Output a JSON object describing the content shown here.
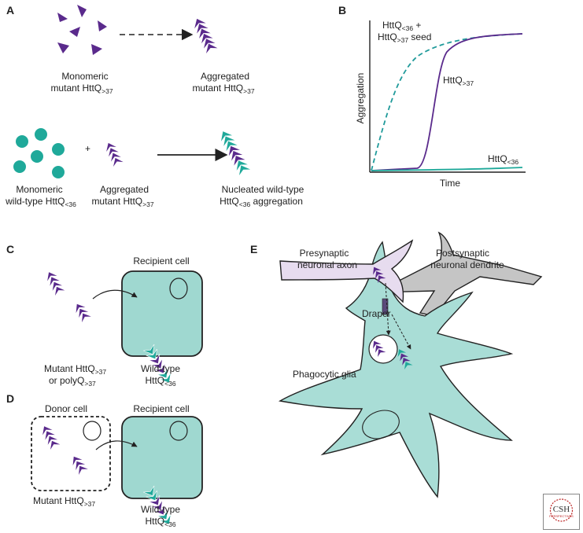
{
  "colors": {
    "purple": "#5a2a8c",
    "teal": "#1fa99a",
    "cell_fill": "#9fd8d0",
    "glia_fill": "#a9ddd6",
    "axon_fill": "#e7dcef",
    "dendrite_fill": "#c5c5c5",
    "dashed_teal": "#1f9a9a"
  },
  "panels": {
    "a": {
      "letter": "A",
      "monomeric_mutant": {
        "line1": "Monomeric",
        "line2": "mutant HttQ",
        "sub": ">37"
      },
      "aggregated_mutant_top": {
        "line1": "Aggregated",
        "line2": "mutant HttQ",
        "sub": ">37"
      },
      "monomeric_wt": {
        "line1": "Monomeric",
        "line2": "wild-type HttQ",
        "sub": "<36"
      },
      "plus": "+",
      "aggregated_mutant_bottom": {
        "line1": "Aggregated",
        "line2": "mutant HttQ",
        "sub": ">37"
      },
      "nucleated": {
        "line1": "Nucleated wild-type",
        "line2_pre": "HttQ",
        "sub": "<36",
        "line2_post": " aggregation"
      }
    },
    "b": {
      "letter": "B",
      "ylabel": "Aggregation",
      "xlabel": "Time",
      "seed_label": {
        "line1_pre": "HttQ",
        "line1_sub": "<36",
        "line1_post": " +",
        "line2_pre": "HttQ",
        "line2_sub": ">37",
        "line2_post": " seed"
      },
      "mid_label": {
        "pre": "HttQ",
        "sub": ">37"
      },
      "low_label": {
        "pre": "HttQ",
        "sub": "<36"
      }
    },
    "c": {
      "letter": "C",
      "recipient": "Recipient cell",
      "mutant": {
        "line1_pre": "Mutant HttQ",
        "line1_sub": ">37",
        "line2_pre": "or polyQ",
        "line2_sub": ">37"
      },
      "wildtype": {
        "line1": "Wild-type",
        "line2_pre": "HttQ",
        "line2_sub": "<36"
      }
    },
    "d": {
      "letter": "D",
      "donor": "Donor cell",
      "recipient": "Recipient cell",
      "mutant": {
        "pre": "Mutant HttQ",
        "sub": ">37"
      },
      "wildtype": {
        "line1": "Wild-type",
        "line2_pre": "HttQ",
        "line2_sub": "<36"
      }
    },
    "e": {
      "letter": "E",
      "presynaptic": {
        "line1": "Presynaptic",
        "line2": "neuronal axon"
      },
      "postsynaptic": {
        "line1": "Postsynaptic",
        "line2": "neuronal dendrite"
      },
      "draper": "Draper",
      "glia": "Phagocytic glia"
    }
  },
  "logo": {
    "line1": "CSH",
    "line2": "PERSPECTIVES"
  },
  "icons": [
    "purple-chevron-stack-icon",
    "teal-dot-icon",
    "arrow-icon",
    "csh-logo-icon"
  ]
}
